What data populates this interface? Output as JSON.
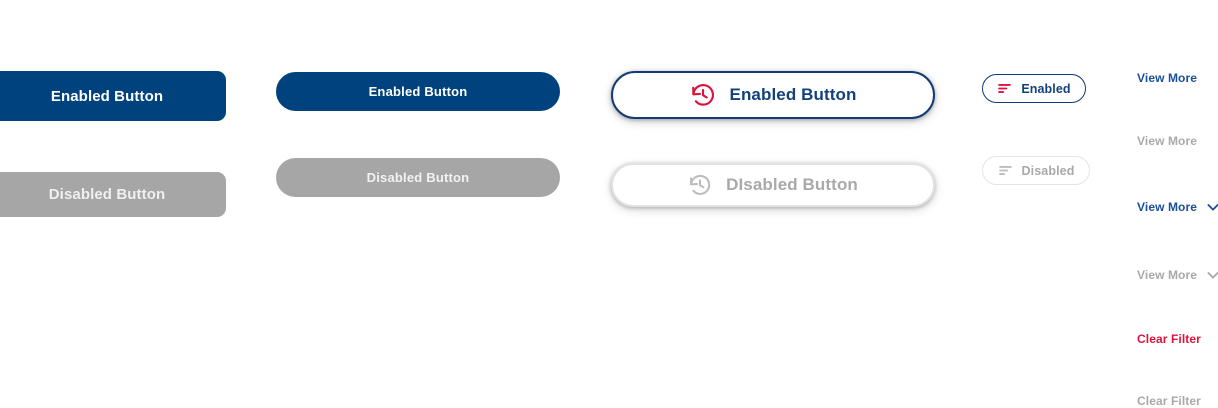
{
  "palette": {
    "navy": "#00427e",
    "navy_text": "#12417e",
    "navy_border": "#123a75",
    "link_blue": "#1b4f9c",
    "crimson": "#e0123c",
    "grey_fill": "#a6a6a6",
    "grey_text": "#a9a9a9",
    "grey_border": "#e2e2e2",
    "white": "#ffffff",
    "background": "#ffffff"
  },
  "columns": {
    "block_buttons": {
      "enabled": {
        "label": "Enabled Button"
      },
      "disabled": {
        "label": "Disabled Button"
      }
    },
    "pill_buttons": {
      "enabled": {
        "label": "Enabled Button"
      },
      "disabled": {
        "label": "Disabled Button"
      }
    },
    "outlined_large": {
      "enabled": {
        "label": "Enabled Button",
        "icon": "history-icon"
      },
      "disabled": {
        "label": "DIsabled Button",
        "icon": "history-icon"
      }
    },
    "outlined_small": {
      "enabled": {
        "label": "Enabled",
        "icon": "sort-icon"
      },
      "disabled": {
        "label": "Disabled",
        "icon": "sort-icon"
      }
    },
    "text_links": [
      {
        "label": "View More",
        "state": "enabled",
        "color": "#1b4f9c",
        "icon": null
      },
      {
        "label": "View More",
        "state": "disabled",
        "color": "#a9a9a9",
        "icon": null
      },
      {
        "label": "View More",
        "state": "enabled",
        "color": "#1b4f9c",
        "icon": "chevron-down-icon"
      },
      {
        "label": "View More",
        "state": "disabled",
        "color": "#a9a9a9",
        "icon": "chevron-down-icon"
      },
      {
        "label": "Clear Filter",
        "state": "enabled",
        "color": "#e0123c",
        "icon": null
      },
      {
        "label": "Clear Filter",
        "state": "disabled",
        "color": "#a9a9a9",
        "icon": null
      }
    ]
  }
}
